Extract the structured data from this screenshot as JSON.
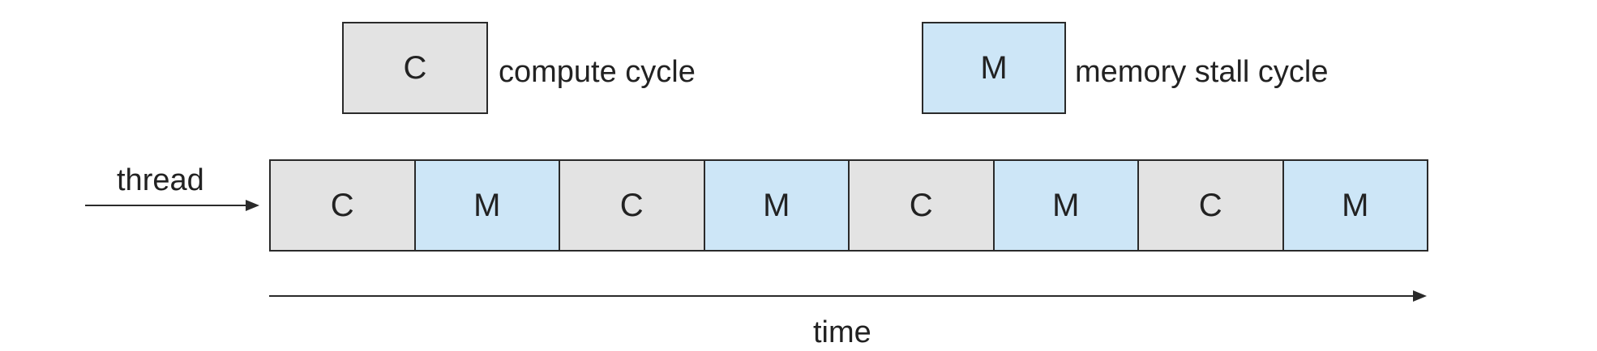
{
  "colors": {
    "compute": "#e3e3e3",
    "memory": "#cde6f7",
    "stroke": "#2a2a2a"
  },
  "legend": {
    "compute": {
      "letter": "C",
      "label": "compute cycle"
    },
    "memory": {
      "letter": "M",
      "label": "memory stall cycle"
    }
  },
  "thread_label": "thread",
  "time_label": "time",
  "cycles": [
    {
      "kind": "compute",
      "letter": "C"
    },
    {
      "kind": "memory",
      "letter": "M"
    },
    {
      "kind": "compute",
      "letter": "C"
    },
    {
      "kind": "memory",
      "letter": "M"
    },
    {
      "kind": "compute",
      "letter": "C"
    },
    {
      "kind": "memory",
      "letter": "M"
    },
    {
      "kind": "compute",
      "letter": "C"
    },
    {
      "kind": "memory",
      "letter": "M"
    }
  ]
}
